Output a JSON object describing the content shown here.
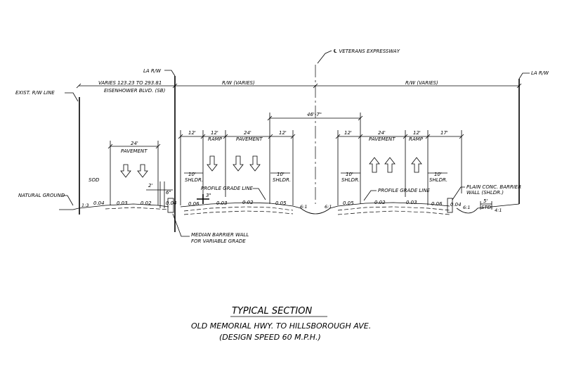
{
  "labels": {
    "la_rw_left": "LA R/W",
    "la_rw_right": "LA R/W",
    "cl_expressway": "℄ VETERANS EXPRESSWAY",
    "exist_rw": "EXIST. R/W LINE",
    "varies_left": "VARIES 123.23 TO 293.81",
    "eisenhower": "EISENHOWER BLVD. (SB)",
    "rw_varies_1": "R/W (VARIES)",
    "rw_varies_2": "R/W (VARIES)",
    "median_width": "46'-7\"",
    "natural_ground": "NATURAL GROUND",
    "sod": "SOD",
    "profile_grade_left": "PROFILE GRADE LINE",
    "profile_grade_right": "PROFILE GRADE LINE",
    "plain_barrier_1": "PLAIN CONC. BARRIER",
    "plain_barrier_2": "WALL (SHLDR.)",
    "median_barrier_1": "MEDIAN BARRIER WALL",
    "median_barrier_2": "FOR VARIABLE GRADE",
    "dim_2ft": "2'",
    "dim_6in": "6\"",
    "dim_3in": "3\"",
    "std_5": "5'",
    "std_label": "STD."
  },
  "left_road": {
    "width": "24'",
    "label": "PAVEMENT",
    "slopes": [
      "0.04",
      "0.03",
      "0.02",
      "0.04"
    ],
    "ratio": "1:3"
  },
  "sb_lanes": {
    "dims": [
      "12'",
      "12'",
      "24'",
      "12'"
    ],
    "ramp": "RAMP",
    "pavement": "PAVEMENT",
    "shoulder_left": {
      "width": "10'",
      "label": "SHLDR."
    },
    "shoulder_right": {
      "width": "10'",
      "label": "SHLDR."
    },
    "slopes": [
      "0.06",
      "0.03",
      "0.02",
      "0.05"
    ],
    "ratio": "6:1"
  },
  "nb_lanes": {
    "dims": [
      "12'",
      "24'",
      "12'",
      "17'"
    ],
    "ramp": "RAMP",
    "pavement": "PAVEMENT",
    "shoulder_left": {
      "width": "10'",
      "label": "SHLDR."
    },
    "shoulder_right": {
      "width": "10'",
      "label": "SHLDR."
    },
    "slopes": [
      "0.05",
      "0.02",
      "0.03",
      "0.06",
      "0.04"
    ],
    "ratio_left": "6:1",
    "ratio_right": "6:1",
    "ratio_far": "4:1"
  },
  "title": {
    "main": "TYPICAL SECTION",
    "sub": "OLD MEMORIAL HWY. TO HILLSBOROUGH AVE.",
    "speed": "(DESIGN SPEED 60 M.P.H.)"
  },
  "colors": {
    "ink": "#000000",
    "paper": "#ffffff"
  }
}
